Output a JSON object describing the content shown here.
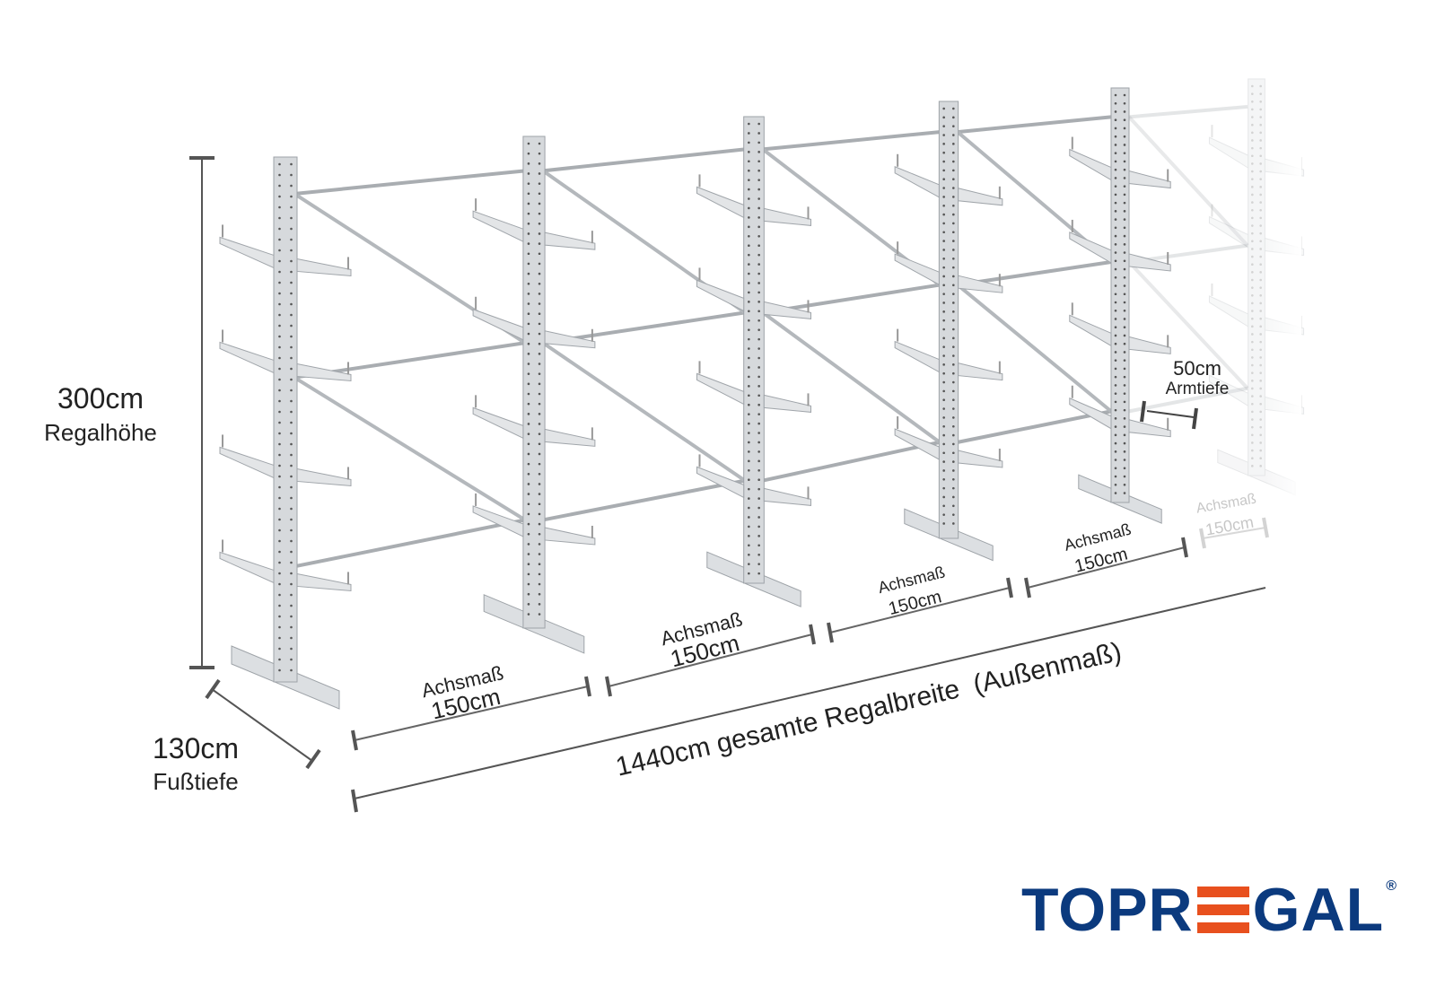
{
  "dimensions": {
    "height": {
      "value": "300cm",
      "label": "Regalhöhe"
    },
    "foot_depth": {
      "value": "130cm",
      "label": "Fußtiefe"
    },
    "arm_depth": {
      "value": "50cm",
      "label": "Armtiefe"
    },
    "bays": [
      {
        "label": "Achsmaß",
        "value": "150cm"
      },
      {
        "label": "Achsmaß",
        "value": "150cm"
      },
      {
        "label": "Achsmaß",
        "value": "150cm"
      },
      {
        "label": "Achsmaß",
        "value": "150cm"
      },
      {
        "label": "Achsmaß",
        "value": "150cm"
      }
    ],
    "total_width": "1440cm gesamte Regalbreite  (Außenmaß)"
  },
  "brand": {
    "logo_text": "TOPREGAL",
    "logo_pre": "TOPR",
    "logo_post": "GAL",
    "registered": "®",
    "blue": "#0b3a7e",
    "orange": "#e8501e"
  }
}
